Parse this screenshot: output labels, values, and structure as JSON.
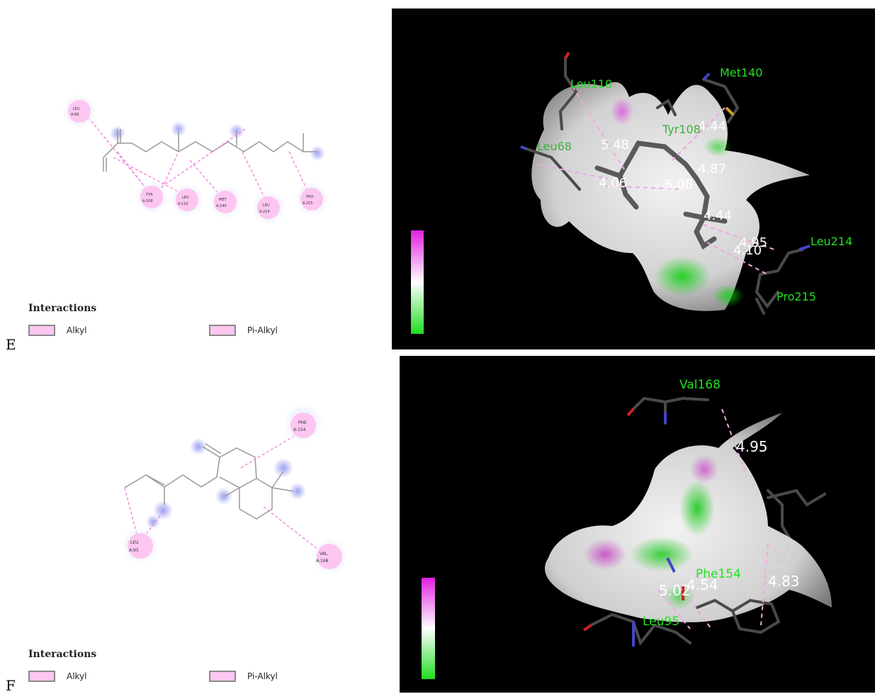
{
  "panels": [
    {
      "label": "E",
      "interactions_title": "Interactions",
      "legend": [
        {
          "label": "Alkyl",
          "color": "#fcc6f0"
        },
        {
          "label": "Pi-Alkyl",
          "color": "#fcc6f0"
        }
      ],
      "residues_2d": [
        {
          "name": "LEU",
          "id": "A:68"
        },
        {
          "name": "TYR",
          "id": "A:108"
        },
        {
          "name": "LEU",
          "id": "A:110"
        },
        {
          "name": "MET",
          "id": "A:140"
        },
        {
          "name": "LEU",
          "id": "A:214"
        },
        {
          "name": "PRO",
          "id": "A:215"
        }
      ],
      "residues_3d": [
        "Leu110",
        "Met140",
        "Tyr108",
        "Leu68",
        "Leu214",
        "Pro215"
      ],
      "distances_3d": [
        "5.48",
        "4.44",
        "4.06",
        "5.08",
        "4.87",
        "4.44",
        "4.95",
        "4.10"
      ]
    },
    {
      "label": "F",
      "interactions_title": "Interactions",
      "legend": [
        {
          "label": "Alkyl",
          "color": "#fcc6f0"
        },
        {
          "label": "Pi-Alkyl",
          "color": "#fcc6f0"
        }
      ],
      "residues_2d": [
        {
          "name": "PHE",
          "id": "A:154"
        },
        {
          "name": "LEU",
          "id": "A:95"
        },
        {
          "name": "VAL",
          "id": "A:168"
        }
      ],
      "residues_3d": [
        "Val168",
        "Phe154",
        "Leu95"
      ],
      "distances_3d": [
        "4.95",
        "5.02",
        "4.54",
        "4.83"
      ]
    }
  ],
  "colors": {
    "interaction_pink": "#fcc6f0",
    "residue_label_green": "#22e022",
    "distance_white": "#ffffff",
    "surface_white": "#e8e8e8",
    "hydrophobic_magenta": "#e020e0",
    "hydrophilic_green": "#20dd20"
  }
}
